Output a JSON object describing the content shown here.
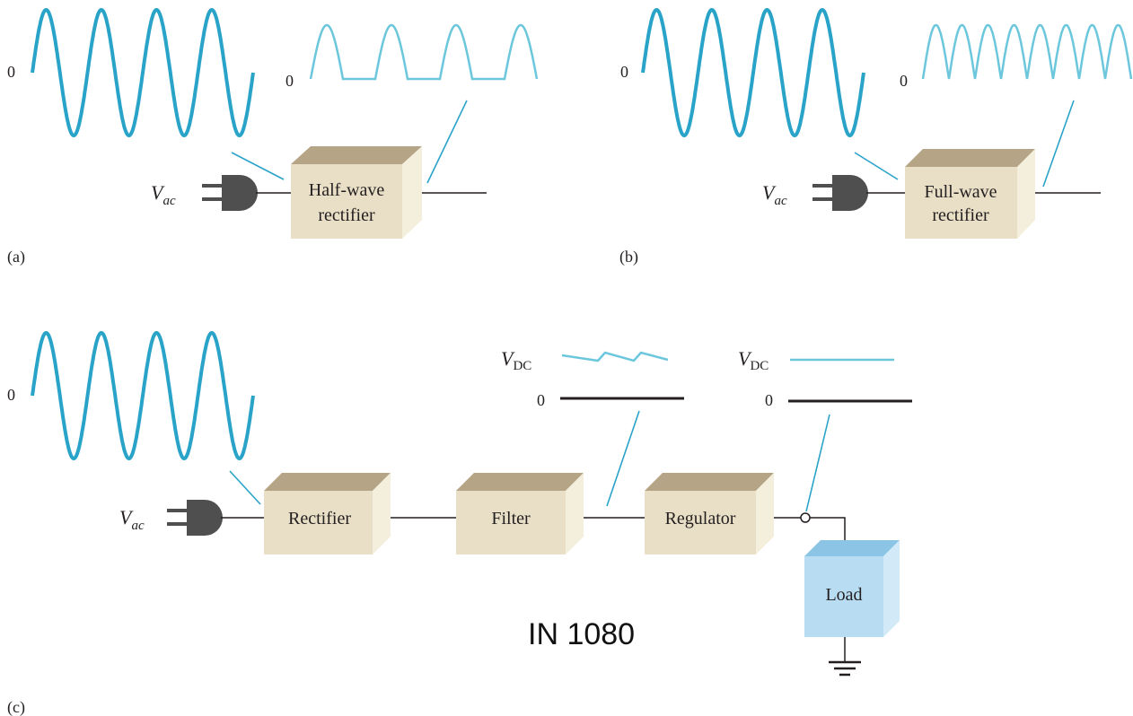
{
  "colors": {
    "wave": "#2aa3c9",
    "wave_light": "#6cc7dd",
    "box_front": "#e9dfc6",
    "box_top": "#b5a486",
    "box_side": "#f4efdd",
    "load_front": "#b8dcf2",
    "load_top": "#8cc4e6",
    "load_side": "#d2eaf8",
    "plug": "#4f4f4f",
    "line": "#231f20"
  },
  "panel_a": {
    "label": "(a)",
    "zero_in": "0",
    "zero_out": "0",
    "source_symbol": "V",
    "source_sub": "ac",
    "block": {
      "line1": "Half-wave",
      "line2": "rectifier"
    }
  },
  "panel_b": {
    "label": "(b)",
    "zero_in": "0",
    "zero_out": "0",
    "source_symbol": "V",
    "source_sub": "ac",
    "block": {
      "line1": "Full-wave",
      "line2": "rectifier"
    }
  },
  "panel_c": {
    "label": "(c)",
    "zero_in": "0",
    "source_symbol": "V",
    "source_sub": "ac",
    "rectifier": "Rectifier",
    "filter": "Filter",
    "regulator": "Regulator",
    "load": "Load",
    "filter_out": {
      "v_symbol": "V",
      "v_sub": "DC",
      "zero": "0"
    },
    "regulator_out": {
      "v_symbol": "V",
      "v_sub": "DC",
      "zero": "0"
    }
  },
  "watermark": "IN 1080"
}
